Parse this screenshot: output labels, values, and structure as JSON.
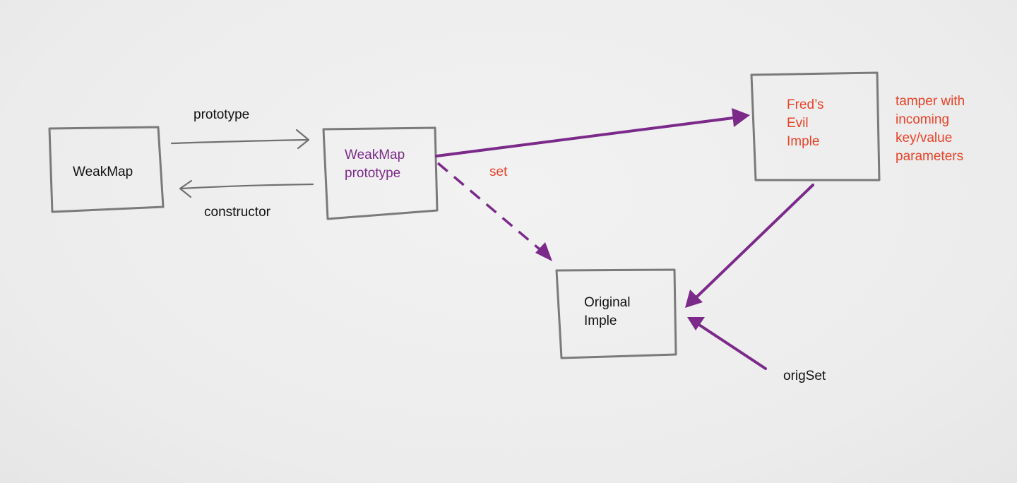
{
  "colors": {
    "background": "#ededed",
    "box_stroke": "#7a7a7a",
    "accent_purple": "#7b2a8a",
    "accent_red": "#e8432a",
    "text": "#111111"
  },
  "nodes": {
    "weakmap": {
      "label": "WeakMap"
    },
    "weakmap_prototype": {
      "label": "WeakMap\nprototype"
    },
    "freds_evil_imple": {
      "label": "Fred’s\nEvil\nImple"
    },
    "original_imple": {
      "label": "Original\nImple"
    }
  },
  "edges": {
    "prototype": {
      "label": "prototype"
    },
    "constructor": {
      "label": "constructor"
    },
    "set": {
      "label": "set"
    },
    "origset": {
      "label": "origSet"
    }
  },
  "annotations": {
    "tamper_note": "tamper with\nincoming\nkey/value\nparameters"
  }
}
